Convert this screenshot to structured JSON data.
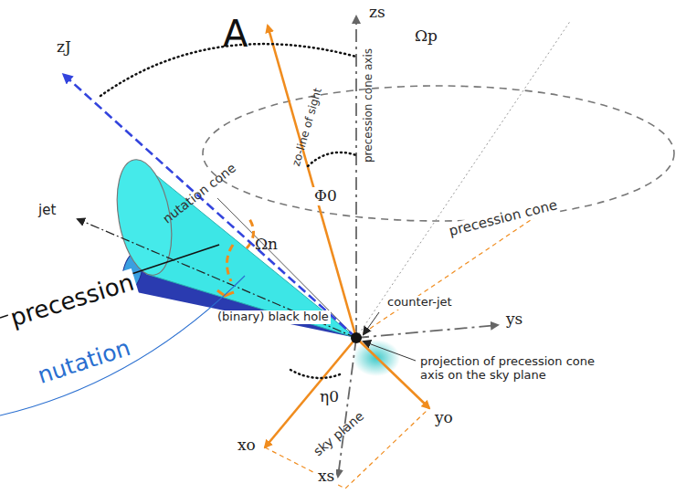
{
  "diagram": {
    "labels": [
      "A",
      "zJ",
      "Ωp",
      "zs",
      "zo-line of sight",
      "precession cone axis",
      "Φ0",
      "nutation cone",
      "precession cone",
      "jet",
      "Ωn",
      "precession",
      "nutation",
      "(binary) black hole",
      "counter-jet",
      "ys",
      "η0",
      "projection of precession cone axis on the sky plane",
      "xo",
      "sky plane",
      "yo",
      "xs"
    ]
  }
}
